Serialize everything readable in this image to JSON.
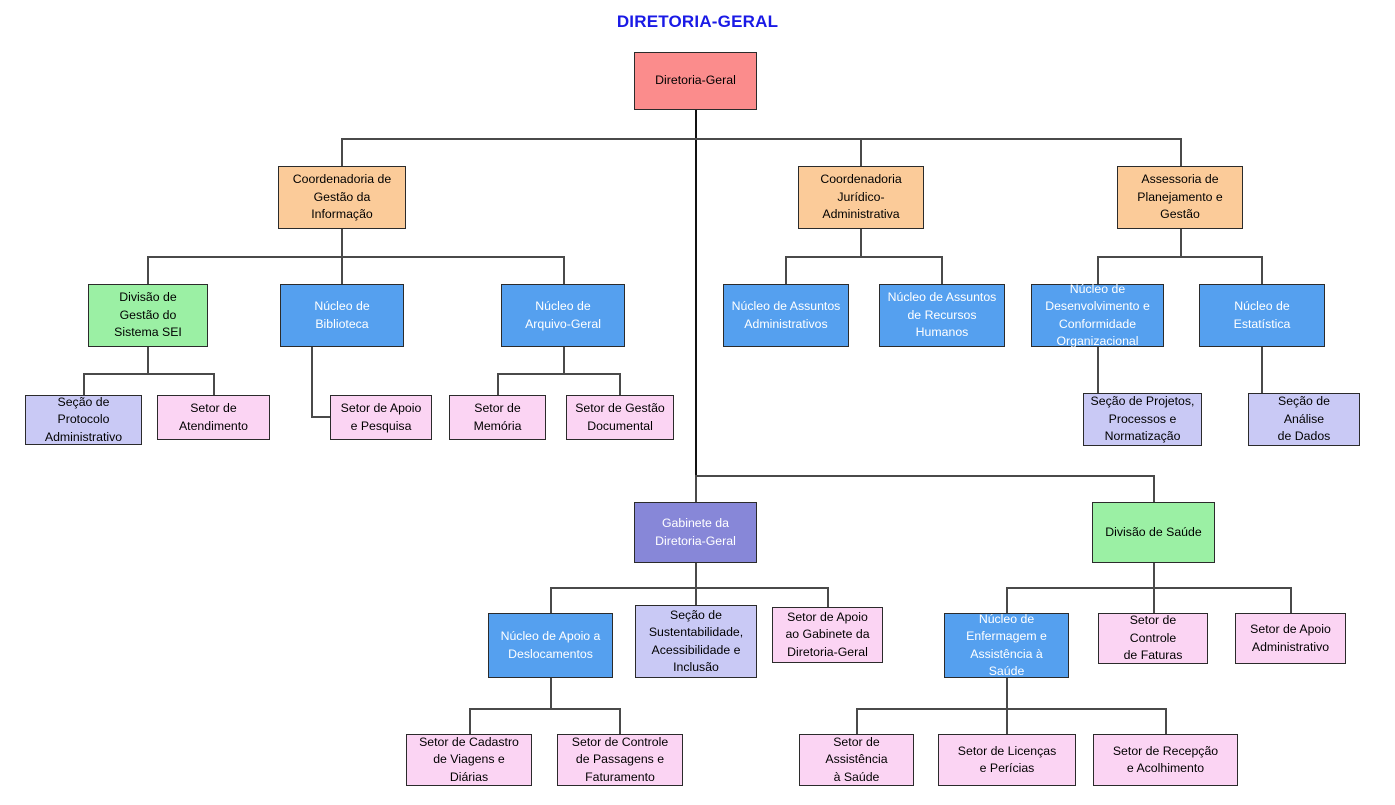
{
  "chart_data": {
    "type": "diagram",
    "diagram_kind": "organizational-chart",
    "title": "DIRETORIA-GERAL",
    "title_color": "#1a1ae6",
    "palette": {
      "salmon": "#fb8c8c",
      "orange": "#fbcb99",
      "green": "#9bf0a4",
      "blue": "#55a0ef",
      "lavender": "#c9c9f5",
      "pink": "#fbd4f3",
      "purple": "#8787d8",
      "border": "#2b2b2b",
      "line": "#4a4a4a"
    },
    "levels": [
      {
        "level": 0,
        "nodes": [
          "Diretoria-Geral"
        ]
      },
      {
        "level": 1,
        "nodes": [
          "Coordenadoria de Gestão da Informação",
          "Coordenadoria Jurídico-Administrativa",
          "Assessoria de Planejamento e Gestão",
          "Gabinete da Diretoria-Geral",
          "Divisão de Saúde"
        ]
      }
    ],
    "edges": [
      [
        "Diretoria-Geral",
        "Coordenadoria de Gestão da Informação"
      ],
      [
        "Diretoria-Geral",
        "Coordenadoria Jurídico-Administrativa"
      ],
      [
        "Diretoria-Geral",
        "Assessoria de Planejamento e Gestão"
      ],
      [
        "Diretoria-Geral",
        "Gabinete da Diretoria-Geral"
      ],
      [
        "Diretoria-Geral",
        "Divisão de Saúde"
      ],
      [
        "Coordenadoria de Gestão da Informação",
        "Divisão de Gestão do Sistema SEI"
      ],
      [
        "Coordenadoria de Gestão da Informação",
        "Núcleo de Biblioteca"
      ],
      [
        "Coordenadoria de Gestão da Informação",
        "Núcleo de Arquivo-Geral"
      ],
      [
        "Divisão de Gestão do Sistema SEI",
        "Seção de Protocolo Administrativo"
      ],
      [
        "Divisão de Gestão do Sistema SEI",
        "Setor de Atendimento"
      ],
      [
        "Núcleo de Biblioteca",
        "Setor de Apoio e Pesquisa"
      ],
      [
        "Núcleo de Arquivo-Geral",
        "Setor de Memória"
      ],
      [
        "Núcleo de Arquivo-Geral",
        "Setor de Gestão Documental"
      ],
      [
        "Coordenadoria Jurídico-Administrativa",
        "Núcleo de Assuntos Administrativos"
      ],
      [
        "Coordenadoria Jurídico-Administrativa",
        "Núcleo de Assuntos de Recursos Humanos"
      ],
      [
        "Assessoria de Planejamento e Gestão",
        "Núcleo de Desenvolvimento e Conformidade Organizacional"
      ],
      [
        "Assessoria de Planejamento e Gestão",
        "Núcleo de Estatística"
      ],
      [
        "Núcleo de Desenvolvimento e Conformidade Organizacional",
        "Seção de Projetos, Processos e Normatização"
      ],
      [
        "Núcleo de Estatística",
        "Seção de Análise de Dados"
      ],
      [
        "Gabinete da Diretoria-Geral",
        "Núcleo de Apoio a Deslocamentos"
      ],
      [
        "Gabinete da Diretoria-Geral",
        "Seção de Sustentabilidade, Acessibilidade e Inclusão"
      ],
      [
        "Gabinete da Diretoria-Geral",
        "Setor de Apoio ao Gabinete da Diretoria-Geral"
      ],
      [
        "Núcleo de Apoio a Deslocamentos",
        "Setor de Cadastro de Viagens e Diárias"
      ],
      [
        "Núcleo de Apoio a Deslocamentos",
        "Setor de Controle de Passagens e Faturamento"
      ],
      [
        "Divisão de Saúde",
        "Núcleo de Enfermagem e Assistência à Saúde"
      ],
      [
        "Divisão de Saúde",
        "Setor de Controle de Faturas"
      ],
      [
        "Divisão de Saúde",
        "Setor de Apoio Administrativo"
      ],
      [
        "Núcleo de Enfermagem e Assistência à Saúde",
        "Setor de Assistência à Saúde"
      ],
      [
        "Núcleo de Enfermagem e Assistência à Saúde",
        "Setor de Licenças e Perícias"
      ],
      [
        "Núcleo de Enfermagem e Assistência à Saúde",
        "Setor de Recepção e Acolhimento"
      ]
    ]
  },
  "nodes": {
    "diretoria_geral": "Diretoria-Geral",
    "coord_gestao_informacao": "Coordenadoria de\nGestão da\nInformação",
    "coord_juridico_adm": "Coordenadoria\nJurídico-\nAdministrativa",
    "assessoria_planejamento": "Assessoria de\nPlanejamento e\nGestão",
    "divisao_gestao_sei": "Divisão de\nGestão do\nSistema SEI",
    "nucleo_biblioteca": "Núcleo de\nBiblioteca",
    "nucleo_arquivo_geral": "Núcleo de\nArquivo-Geral",
    "nucleo_assuntos_adm": "Núcleo de Assuntos\nAdministrativos",
    "nucleo_assuntos_rh": "Núcleo de Assuntos\nde Recursos\nHumanos",
    "nucleo_desenvolvimento": "Núcleo de\nDesenvolvimento e\nConformidade\nOrganizacional",
    "nucleo_estatistica": "Núcleo de\nEstatística",
    "secao_protocolo": "Seção de\nProtocolo\nAdministrativo",
    "setor_atendimento": "Setor de\nAtendimento",
    "setor_apoio_pesquisa": "Setor de Apoio\ne Pesquisa",
    "setor_memoria": "Setor de\nMemória",
    "setor_gestao_documental": "Setor de Gestão\nDocumental",
    "secao_projetos": "Seção de Projetos,\nProcessos e\nNormatização",
    "secao_analise_dados": "Seção de\nAnálise\nde Dados",
    "gabinete_dg": "Gabinete da\nDiretoria-Geral",
    "divisao_saude": "Divisão de Saúde",
    "nucleo_apoio_deslocamentos": "Núcleo de Apoio a\nDeslocamentos",
    "secao_sustentabilidade": "Seção de\nSustentabilidade,\nAcessibilidade e\nInclusão",
    "setor_apoio_gabinete": "Setor de Apoio\nao Gabinete da\nDiretoria-Geral",
    "nucleo_enfermagem": "Núcleo de\nEnfermagem e\nAssistência à\nSaúde",
    "setor_controle_faturas": "Setor de\nControle\nde Faturas",
    "setor_apoio_adm": "Setor de Apoio\nAdministrativo",
    "setor_cadastro_viagens": "Setor de Cadastro\nde Viagens e\nDiárias",
    "setor_controle_passagens": "Setor de Controle\nde Passagens e\nFaturamento",
    "setor_assistencia_saude": "Setor de\nAssistência\nà Saúde",
    "setor_licencas_pericias": "Setor de Licenças\ne Perícias",
    "setor_recepcao": "Setor de Recepção\ne Acolhimento"
  }
}
